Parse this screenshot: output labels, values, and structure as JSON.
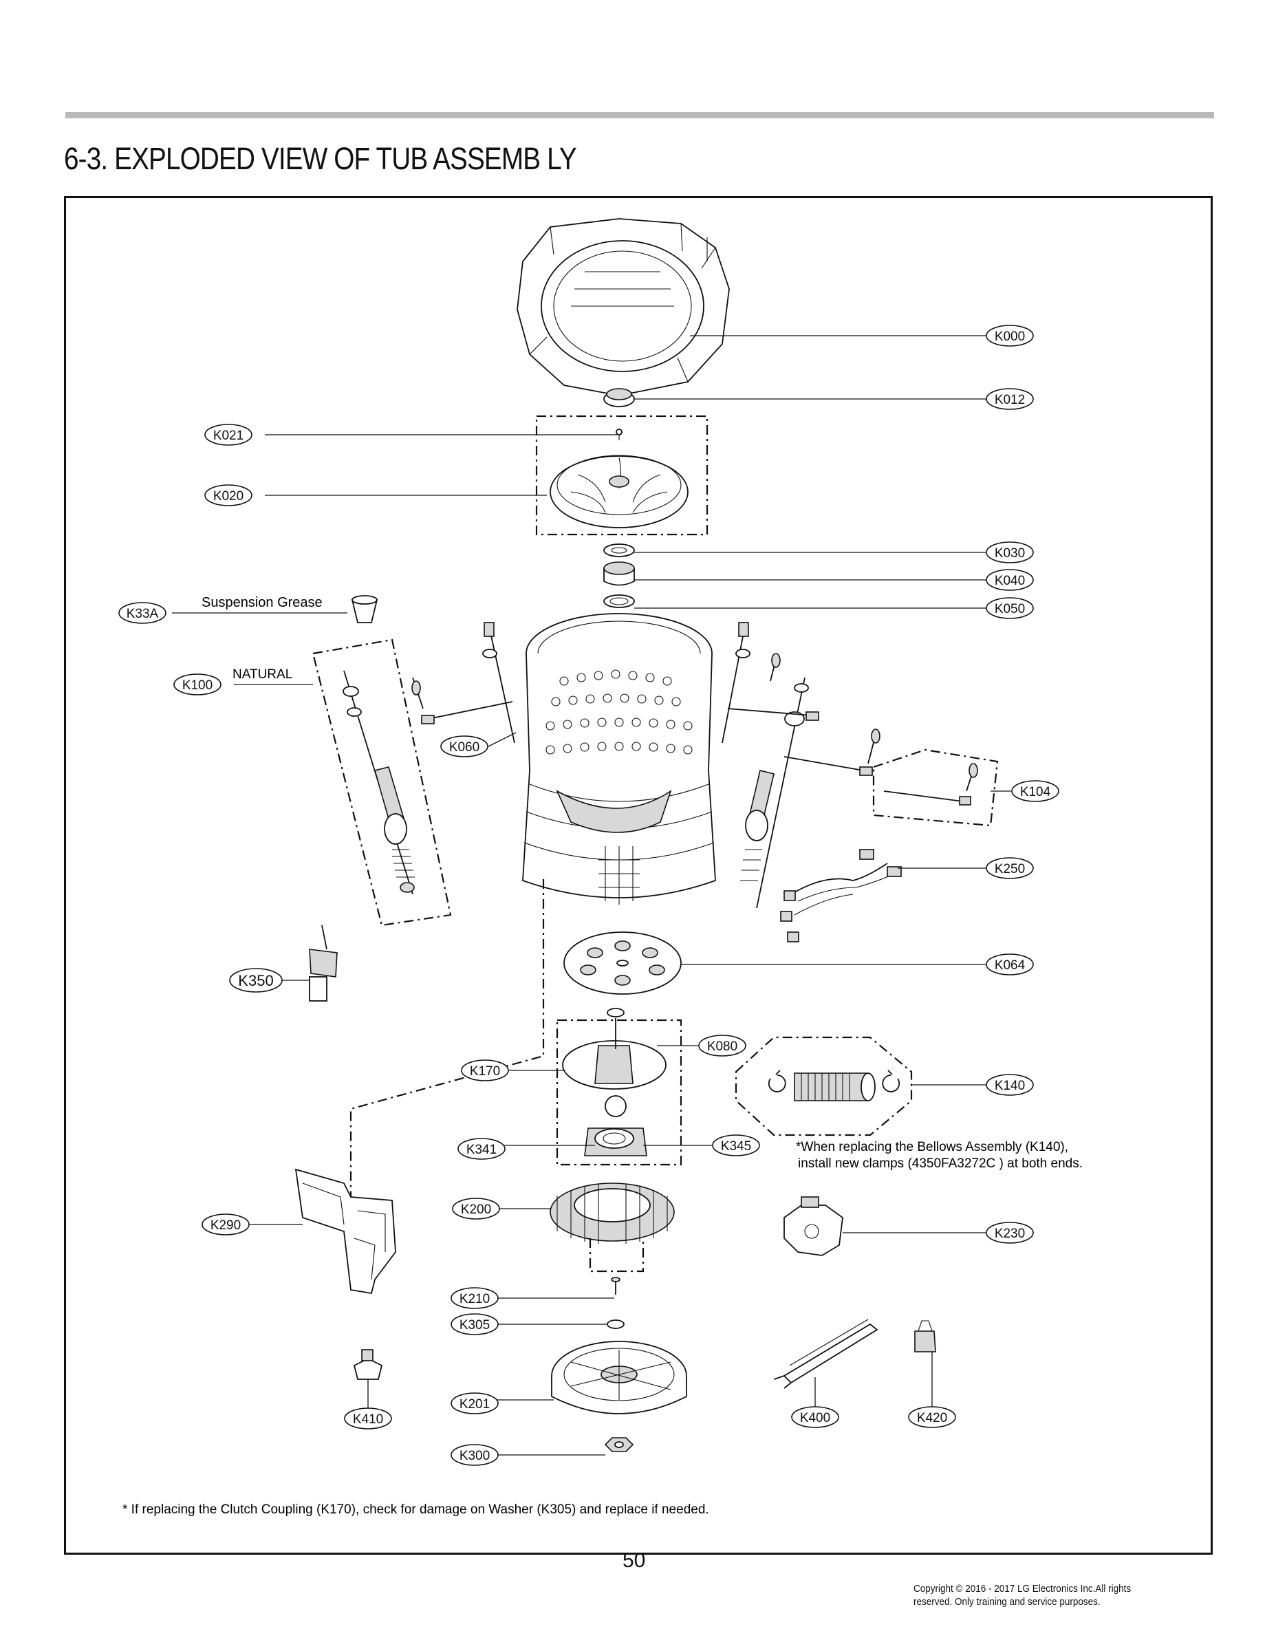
{
  "page": {
    "title": "6-3. EXPLODED VIEW OF TUB ASSEMB LY",
    "page_number": "50",
    "copyright_line1": "Copyright © 2016 - 2017 LG Electronics Inc.All rights",
    "copyright_line2": "reserved. Only training and service purposes."
  },
  "labels": {
    "K000": "K000",
    "K012": "K012",
    "K021": "K021",
    "K020": "K020",
    "K030": "K030",
    "K040": "K040",
    "K050": "K050",
    "K33A": "K33A",
    "K100": "K100",
    "K060": "K060",
    "K104": "K104",
    "K250": "K250",
    "K064": "K064",
    "K350": "K350",
    "K080": "K080",
    "K170": "K170",
    "K140": "K140",
    "K341": "K341",
    "K345": "K345",
    "K200": "K200",
    "K290": "K290",
    "K230": "K230",
    "K210": "K210",
    "K305": "K305",
    "K410": "K410",
    "K201": "K201",
    "K400": "K400",
    "K420": "K420",
    "K300": "K300"
  },
  "notes": {
    "suspension_grease": "Suspension Grease",
    "natural": "NATURAL",
    "bellows_line1": "*When replacing the Bellows Assembly (K140),",
    "bellows_line2": "install new clamps    (4350FA3272C    ) at both ends.",
    "clutch_note": "* If replacing the Clutch Coupling (K170), check for damage on Washer (K305)  and replace if needed."
  }
}
